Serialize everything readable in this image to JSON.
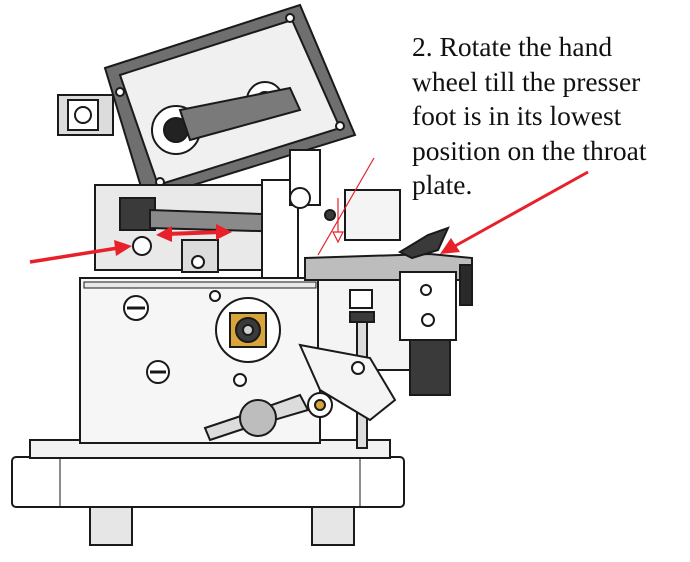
{
  "instruction": {
    "lines": [
      "2. Rotate the hand",
      "wheel till the presser",
      "foot is in its lowest",
      "position on the throat",
      "plate."
    ]
  },
  "colors": {
    "arrow": "#e8202a",
    "outline": "#1a1a1a",
    "metal_light": "#f4f4f4",
    "metal_mid": "#cfcfcf",
    "metal_dark": "#7a7a7a",
    "dark_part": "#3a3a3a",
    "brass": "#d9a53a"
  },
  "icons": [
    "adjustment-double-arrow",
    "pointer-arrow",
    "machine-illustration"
  ]
}
